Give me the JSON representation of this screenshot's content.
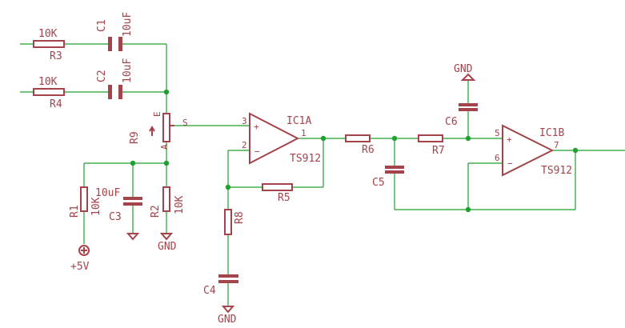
{
  "labels": {
    "r3_value": "10K",
    "r3_name": "R3",
    "r4_value": "10K",
    "r4_name": "R4",
    "c1_name": "C1",
    "c1_value": "10uF",
    "c2_name": "C2",
    "c2_value": "10uF",
    "r9_name": "R9",
    "r9_pin_e": "E",
    "r9_pin_s": "S",
    "r9_pin_a": "A",
    "ic1a_name": "IC1A",
    "ic1a_part": "TS912",
    "ic1a_pin_plus": "3",
    "ic1a_pin_minus": "2",
    "ic1a_pin_out": "1",
    "ic1b_name": "IC1B",
    "ic1b_part": "TS912",
    "ic1b_pin_plus": "5",
    "ic1b_pin_minus": "6",
    "ic1b_pin_out": "7",
    "r6_name": "R6",
    "r7_name": "R7",
    "r5_name": "R5",
    "r8_name": "R8",
    "c5_name": "C5",
    "c6_name": "C6",
    "c4_name": "C4",
    "c3_name": "C3",
    "c3_value": "10uF",
    "r1_name": "R1",
    "r1_value": "10K",
    "r2_name": "R2",
    "r2_value": "10K",
    "gnd_r2": "GND",
    "gnd_c4": "GND",
    "gnd_c6": "GND",
    "vcc": "+5V",
    "plus_sign": "+",
    "minus_sign": "−"
  },
  "colors": {
    "wire": "#1fa12e",
    "part": "#a5434b",
    "background": "#ffffff"
  }
}
